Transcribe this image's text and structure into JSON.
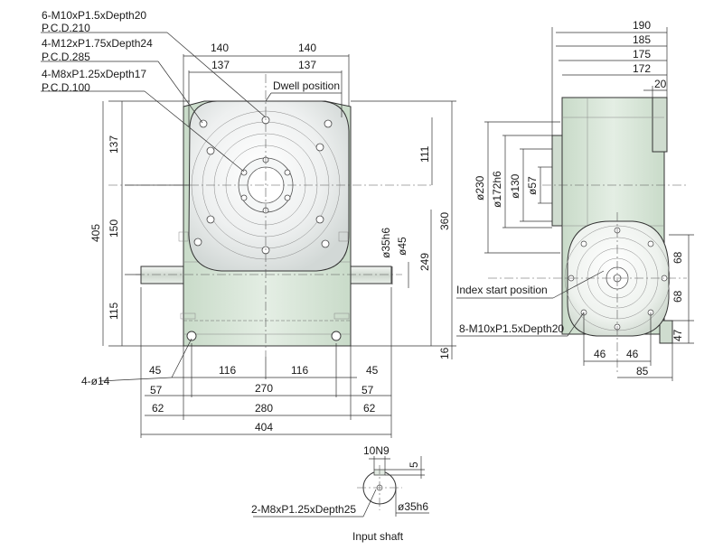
{
  "callouts": {
    "m10_depth": "6-M10xP1.5xDepth20",
    "pcd_210": "P.C.D.210",
    "m12_depth": "4-M12xP1.75xDepth24",
    "pcd_285": "P.C.D.285",
    "m8_depth": "4-M8xP1.25xDepth17",
    "pcd_100": "P.C.D.100",
    "dwell_position": "Dwell position",
    "index_start_position": "Index start position",
    "side_m10_depth": "8-M10xP1.5xDepth20",
    "mount_holes": "4-ø14",
    "shaft_keyway": "10N9",
    "shaft_tap": "2-M8xP1.25xDepth25",
    "shaft_dia": "ø35h6",
    "input_shaft": "Input shaft"
  },
  "front_dims": {
    "top_left_140": "140",
    "top_right_140": "140",
    "top_left_137": "137",
    "top_right_137": "137",
    "left_137": "137",
    "left_150": "150",
    "left_115": "115",
    "left_405": "405",
    "right_111": "111",
    "right_360": "360",
    "right_249": "249",
    "right_16": "16",
    "shaft_35h6": "ø35h6",
    "shaft_45": "ø45",
    "bottom_45_left": "45",
    "bottom_116_left": "116",
    "bottom_116_right": "116",
    "bottom_45_right": "45",
    "bottom_57_left": "57",
    "bottom_270": "270",
    "bottom_57_right": "57",
    "bottom_62_left": "62",
    "bottom_280": "280",
    "bottom_62_right": "62",
    "bottom_404": "404"
  },
  "side_dims": {
    "top_190": "190",
    "top_185": "185",
    "top_175": "175",
    "top_172": "172",
    "top_20": "20",
    "dia_230": "ø230",
    "dia_172h6": "ø172h6",
    "dia_130": "ø130",
    "dia_57": "ø57",
    "right_68_upper": "68",
    "right_68_lower": "68",
    "right_47": "47",
    "bottom_46_left": "46",
    "bottom_46_right": "46",
    "bottom_85": "85",
    "shaft_5": "5"
  },
  "colors": {
    "body_fill": "#dce8dc",
    "body_dark": "#b9cdb9",
    "table_fill": "#eceeee",
    "outline": "#333333"
  }
}
